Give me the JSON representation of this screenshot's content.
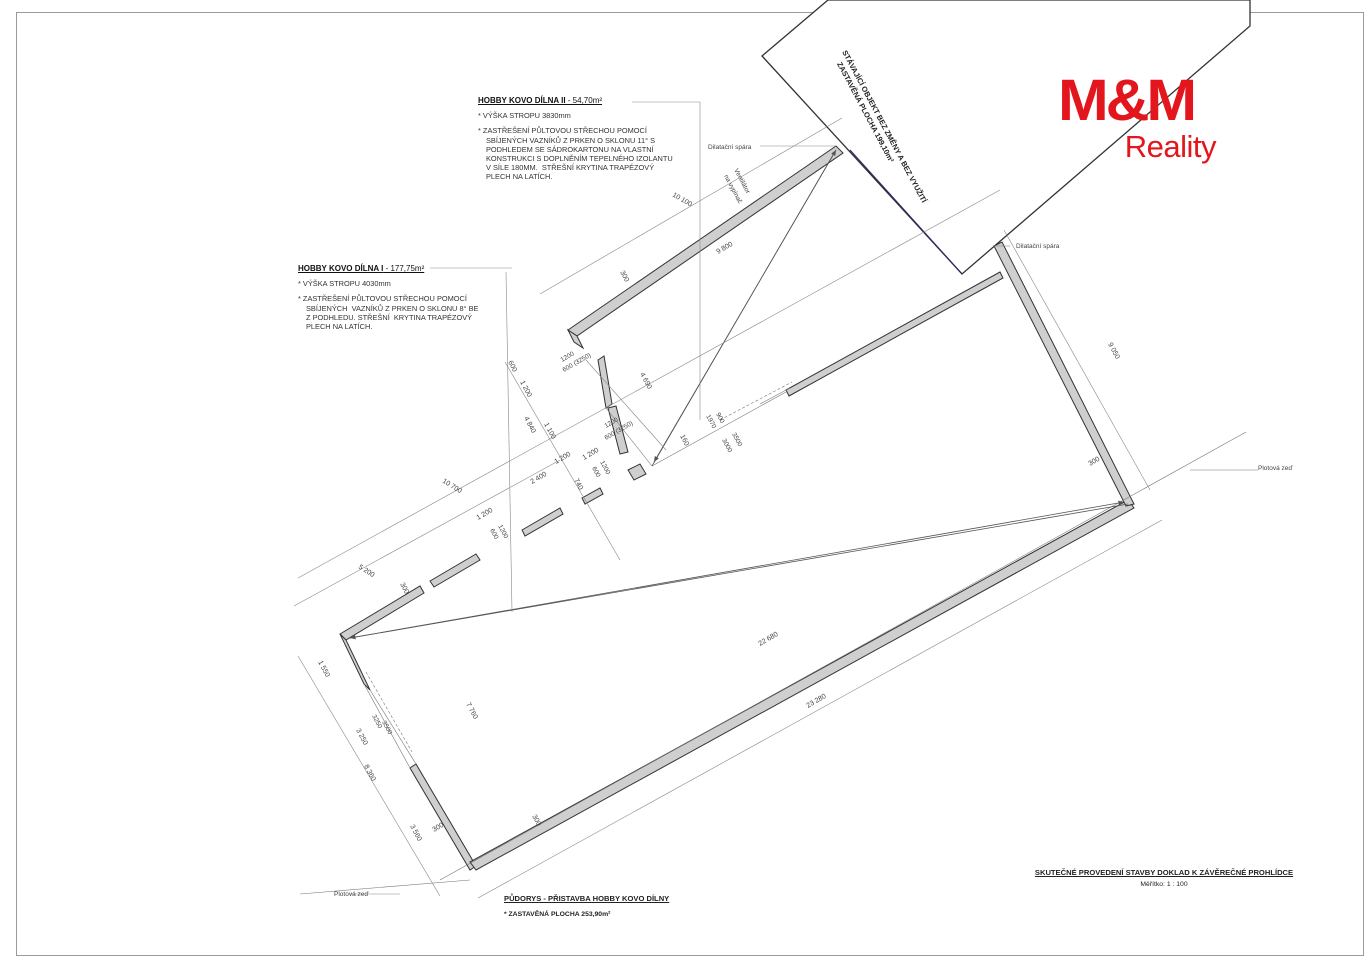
{
  "logo": {
    "mm": "M&M",
    "reality": "Reality"
  },
  "existing_building": {
    "line1": "STÁVAJÍCÍ OBJEKT BEZ ZMĚNY A BEZ VYUŽITÍ",
    "line2": "ZASTAVĚNÁ PLOCHA 199,10m²"
  },
  "note_dilna_2": {
    "title": "HOBBY KOVO DÍLNA II",
    "area": " - 54,70m²",
    "height": "* VÝŠKA STROPU 3830mm",
    "roof": [
      "* ZASTŘEŠENÍ PŮLTOVOU STŘECHOU POMOCÍ",
      "SBÍJENÝCH VAZNÍKŮ Z PRKEN O SKLONU 11° S",
      "PODHLEDEM SE SÁDROKARTONU NA VLASTNÍ",
      "KONSTRUKCI S DOPLNĚNÍM TEPELNÉHO IZOLANTU",
      "V SÍLE 180MM.  STŘEŠNÍ KRYTINA TRAPÉZOVÝ",
      "PLECH NA LATÍCH."
    ]
  },
  "note_dilna_1": {
    "title": "HOBBY KOVO DÍLNA I",
    "area": " - 177,75m²",
    "height": "* VÝŠKA STROPU 4030mm",
    "roof": [
      "* ZASTŘEŠENÍ PŮLTOVOU STŘECHOU POMOCÍ",
      "SBÍJENÝCH  VAZNÍKŮ Z PRKEN O SKLONU 8° BE",
      "Z PODHLEDU. STŘEŠNÍ  KRYTINA TRAPÉZOVÝ",
      "PLECH NA LATÍCH."
    ]
  },
  "labels": {
    "dilatacni_1": "Dilatační spára",
    "dilatacni_2": "Dilatační spára",
    "plotova_1": "Plotová zeď",
    "plotova_2": "Plotová zeď",
    "ventilator": "Ventilátor",
    "na_vypinac": "na vypínač"
  },
  "dimensions": {
    "d10100": "10 100",
    "d9800": "9 800",
    "d9050": "9 050",
    "d10700": "10 700",
    "d5200": "5 200",
    "d4840": "4 840",
    "d4690": "4 690",
    "d22680": "22 680",
    "d23280": "23 280",
    "d7760": "7 760",
    "d1550": "1 550",
    "d3250": "3 250",
    "d8360": "8 360",
    "d3560": "3 560",
    "d2400": "2 400",
    "d1200a": "1 200",
    "d1200b": "1 200",
    "d1200c": "1 200",
    "d1200d": "1 200",
    "d740": "740",
    "d1100": "1 100",
    "d600": "600",
    "d300a": "300",
    "d300b": "300",
    "d300c": "300",
    "d300d": "300",
    "d300e": "300",
    "d160": "160",
    "w1200_600_3250a": "1200",
    "w600_3250a": "600 (3250)",
    "w1200_600_3250b": "1200",
    "w600_3250b": "600 (3250)",
    "w1200_600": "1200",
    "w600": "600",
    "w1200_600b": "1200",
    "w600b": "600",
    "w900": "900",
    "w1970": "1970",
    "w3500": "3500",
    "w3000": "3000",
    "w3250": "3250",
    "w3500b": "3500"
  },
  "title_block": {
    "title": "PŮDORYS - PŘISTAVBA HOBBY KOVO DÍLNY",
    "area": "* ZASTAVĚNÁ PLOCHA 253,90m²"
  },
  "stamp": {
    "title": "SKUTEČNÉ PROVEDENÍ STAVBY DOKLAD K ZÁVĚREČNÉ PROHLÍDCE",
    "scale": "Měřítko: 1 : 100"
  },
  "colors": {
    "brand_red": "#e3151d",
    "wall_fill": "#cfcfcf",
    "line": "#555555"
  }
}
